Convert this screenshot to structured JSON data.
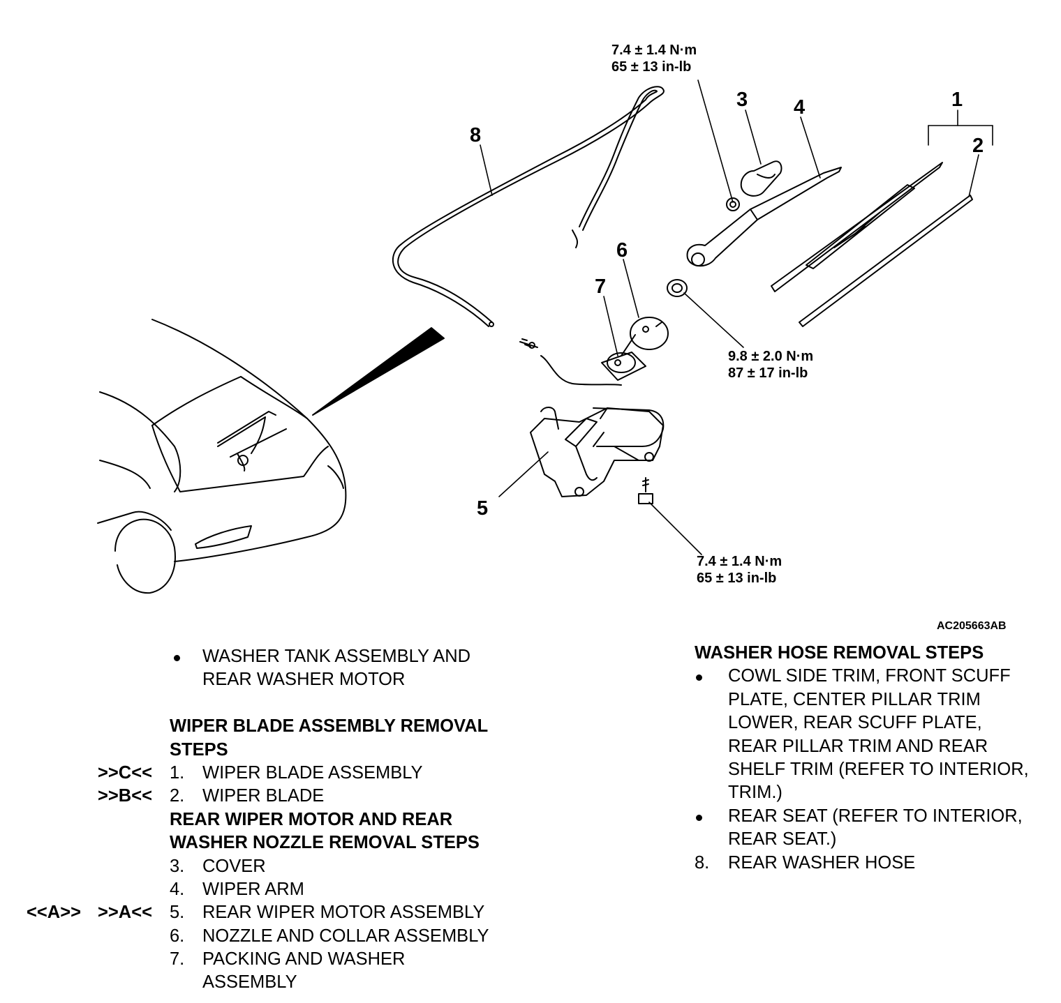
{
  "diagram": {
    "callouts": {
      "c1": "1",
      "c2": "2",
      "c3": "3",
      "c4": "4",
      "c5": "5",
      "c6": "6",
      "c7": "7",
      "c8": "8"
    },
    "torques": {
      "top": {
        "nm": "7.4 ± 1.4 N·m",
        "inlb": "65 ± 13 in-lb"
      },
      "right": {
        "nm": "9.8 ± 2.0 N·m",
        "inlb": "87 ± 17 in-lb"
      },
      "bottom": {
        "nm": "7.4 ± 1.4 N·m",
        "inlb": "65 ± 13 in-lb"
      }
    },
    "figure_code": "AC205663AB"
  },
  "left_column": {
    "prereq": [
      "WASHER TANK ASSEMBLY AND",
      "REAR WASHER MOTOR"
    ],
    "wiper_blade_heading": [
      "WIPER BLADE ASSEMBLY REMOVAL",
      "STEPS"
    ],
    "wiper_blade_steps": [
      {
        "install": ">>C<<",
        "num": "1.",
        "text": "WIPER BLADE ASSEMBLY"
      },
      {
        "install": ">>B<<",
        "num": "2.",
        "text": "WIPER BLADE"
      }
    ],
    "motor_heading": [
      "REAR WIPER MOTOR AND REAR",
      "WASHER NOZZLE REMOVAL STEPS"
    ],
    "motor_steps": [
      {
        "num": "3.",
        "text": "COVER"
      },
      {
        "num": "4.",
        "text": "WIPER ARM"
      },
      {
        "remove": "<<A>>",
        "install": ">>A<<",
        "num": "5.",
        "text": "REAR WIPER MOTOR ASSEMBLY"
      },
      {
        "num": "6.",
        "text": "NOZZLE AND COLLAR ASSEMBLY"
      },
      {
        "num": "7.",
        "text": "PACKING AND WASHER"
      },
      {
        "text": "ASSEMBLY"
      }
    ]
  },
  "right_column": {
    "heading": "WASHER HOSE REMOVAL STEPS",
    "prereq1": [
      "COWL SIDE TRIM, FRONT SCUFF",
      "PLATE, CENTER PILLAR TRIM",
      "LOWER, REAR SCUFF PLATE,",
      "REAR PILLAR TRIM AND REAR",
      "SHELF TRIM (REFER TO INTERIOR,",
      "TRIM.)"
    ],
    "prereq2": [
      "REAR SEAT (REFER TO INTERIOR,",
      "REAR SEAT.)"
    ],
    "step8": {
      "num": "8.",
      "text": "REAR WASHER HOSE"
    }
  }
}
